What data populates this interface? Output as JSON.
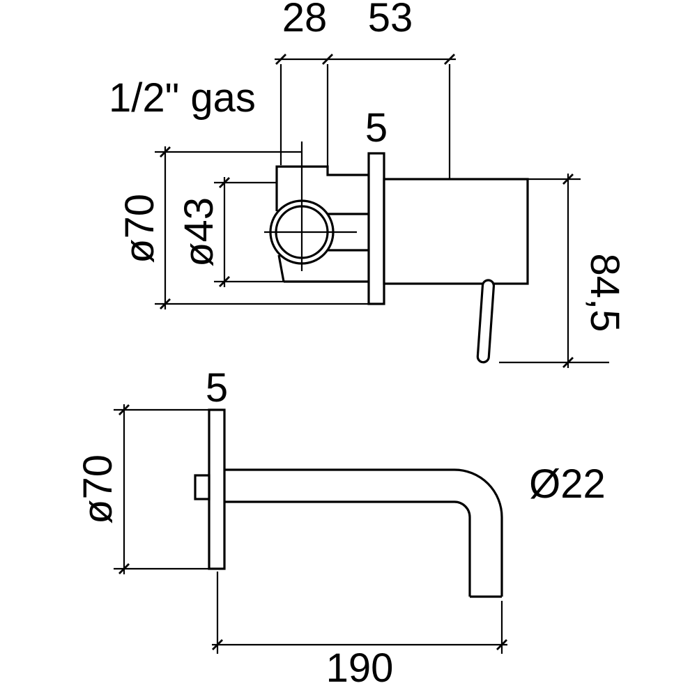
{
  "drawing": {
    "background": "#ffffff",
    "line_color": "#000000",
    "mixer_view": {
      "dim_inlet_width": "28",
      "dim_body_width": "53",
      "thread_label": "1/2\" gas",
      "dim_plate_thickness": "5",
      "dim_plate_diameter": "ø70",
      "dim_cartridge_diameter": "ø43",
      "dim_overall_height": "84,5"
    },
    "spout_view": {
      "dim_plate_thickness": "5",
      "dim_plate_diameter": "ø70",
      "dim_spout_diameter": "Ø22",
      "dim_spout_length": "190"
    }
  }
}
